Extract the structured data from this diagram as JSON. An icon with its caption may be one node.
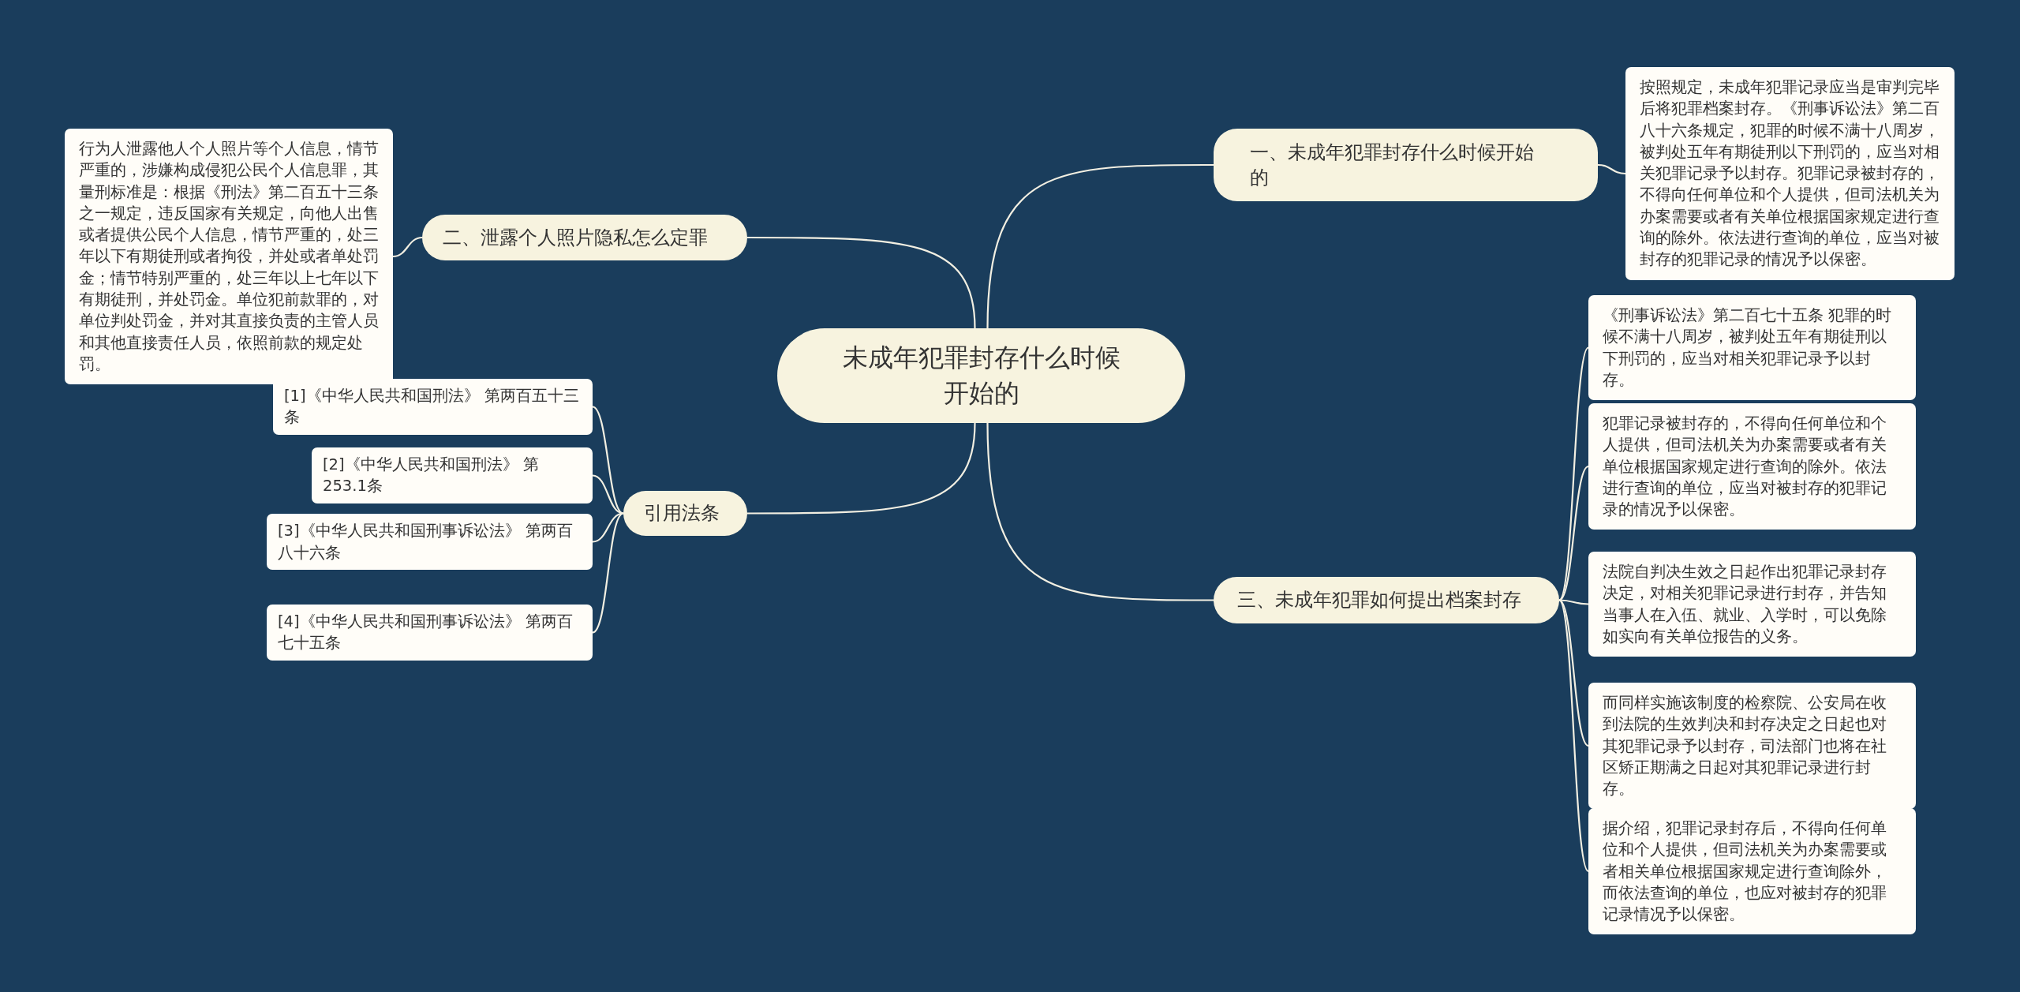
{
  "diagram": {
    "nodes": [
      {
        "text": [
          "未成年犯罪封存什么时候开始的"
        ]
      },
      {
        "text": [
          "一、未成年犯罪封存什么时候开始的"
        ]
      },
      {
        "text": [
          "按照规定，未成年犯罪记录应当是审判完毕后将犯罪档案封存。《刑事诉讼法》第二百八十六条规定，犯罪的时候不满十八周岁，被判处五年有期徒刑以下刑罚的，应当对相关犯罪记录予以封存。犯罪记录被封存的，不得向任何单位和个人提供，但司法机关为办案需要或者有关单位根据国家规定进行查询的除外。依法进行查询的单位，应当对被封存的犯罪记录的情况予以保密。"
        ]
      },
      {
        "text": [
          "二、泄露个人照片隐私怎么定罪"
        ]
      },
      {
        "text": [
          "行为人泄露他人个人照片等个人信息，情节严重的，涉嫌构成侵犯公民个人信息罪，其量刑标准是：根据《刑法》第二百五十三条之一规定，违反国家有关规定，向他人出售或者提供公民个人信息，情节严重的，处三年以下有期徒刑或者拘役，并处或者单处罚金；情节特别严重的，处三年以上七年以下有期徒刑，并处罚金。单位犯前款罪的，对单位判处罚金，并对其直接负责的主管人员和其他直接责任人员，依照前款的规定处罚。"
        ]
      },
      {
        "text": [
          "引用法条"
        ]
      },
      {
        "text": [
          "[1]《中华人民共和国刑法》 第两百五十三条"
        ]
      },
      {
        "text": [
          "[2]《中华人民共和国刑法》 第253.1条"
        ]
      },
      {
        "text": [
          "[3]《中华人民共和国刑事诉讼法》 第两百八十六条"
        ]
      },
      {
        "text": [
          "[4]《中华人民共和国刑事诉讼法》 第两百七十五条"
        ]
      },
      {
        "text": [
          "三、未成年犯罪如何提出档案封存"
        ]
      },
      {
        "text": [
          "《刑事诉讼法》第二百七十五条 犯罪的时候不满十八周岁，被判处五年有期徒刑以下刑罚的，应当对相关犯罪记录予以封存。"
        ]
      },
      {
        "text": [
          "犯罪记录被封存的，不得向任何单位和个人提供，但司法机关为办案需要或者有关单位根据国家规定进行查询的除外。依法进行查询的单位，应当对被封存的犯罪记录的情况予以保密。"
        ]
      },
      {
        "text": [
          "法院自判决生效之日起作出犯罪记录封存决定，对相关犯罪记录进行封存，并告知当事人在入伍、就业、入学时，可以免除如实向有关单位报告的义务。"
        ]
      },
      {
        "text": [
          "而同样实施该制度的检察院、公安局在收到法院的生效判决和封存决定之日起也对其犯罪记录予以封存，司法部门也将在社区矫正期满之日起对其犯罪记录进行封存。"
        ]
      },
      {
        "text": [
          "据介绍，犯罪记录封存后，不得向任何单位和个人提供，但司法机关为办案需要或者相关单位根据国家规定进行查询除外，而依法查询的单位，也应对被封存的犯罪记录情况予以保密。"
        ]
      }
    ],
    "edges": [
      {
        "from": 0,
        "to": 1,
        "arrow": "none"
      },
      {
        "from": 1,
        "to": 2,
        "arrow": "none"
      },
      {
        "from": 0,
        "to": 3,
        "arrow": "none"
      },
      {
        "from": 3,
        "to": 4,
        "arrow": "none"
      },
      {
        "from": 0,
        "to": 5,
        "arrow": "none"
      },
      {
        "from": 5,
        "to": 6,
        "arrow": "none"
      },
      {
        "from": 5,
        "to": 7,
        "arrow": "none"
      },
      {
        "from": 5,
        "to": 8,
        "arrow": "none"
      },
      {
        "from": 5,
        "to": 9,
        "arrow": "none"
      },
      {
        "from": 0,
        "to": 10,
        "arrow": "none"
      },
      {
        "from": 10,
        "to": 11,
        "arrow": "none"
      },
      {
        "from": 10,
        "to": 12,
        "arrow": "none"
      },
      {
        "from": 10,
        "to": 13,
        "arrow": "none"
      },
      {
        "from": 10,
        "to": 14,
        "arrow": "none"
      },
      {
        "from": 10,
        "to": 15,
        "arrow": "none"
      }
    ]
  }
}
